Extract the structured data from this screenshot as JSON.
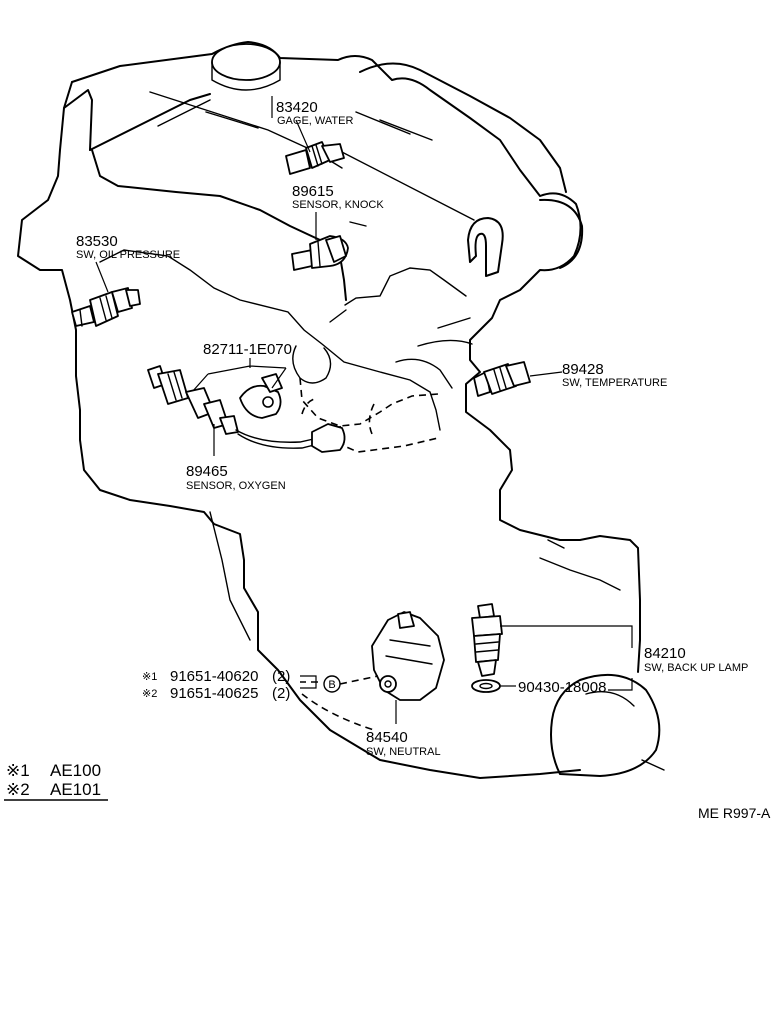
{
  "parts": [
    {
      "id": "p83420",
      "number": "83420",
      "name": "GAGE, WATER"
    },
    {
      "id": "p89615",
      "number": "89615",
      "name": "SENSOR, KNOCK"
    },
    {
      "id": "p83530",
      "number": "83530",
      "name": "SW, OIL PRESSURE"
    },
    {
      "id": "p82711",
      "number": "82711-1E070",
      "name": ""
    },
    {
      "id": "p89428",
      "number": "89428",
      "name": "SW, TEMPERATURE"
    },
    {
      "id": "p89465",
      "number": "89465",
      "name": "SENSOR, OXYGEN"
    },
    {
      "id": "p84210",
      "number": "84210",
      "name": "SW, BACK UP LAMP"
    },
    {
      "id": "p90430",
      "number": "90430-18008",
      "name": ""
    },
    {
      "id": "p84540",
      "number": "84540",
      "name": "SW, NEUTRAL"
    }
  ],
  "bolts": [
    {
      "mark": "※1",
      "number": "91651-40620",
      "qty": "(2)"
    },
    {
      "mark": "※2",
      "number": "91651-40625",
      "qty": "(2)"
    }
  ],
  "callout_letter": "B",
  "legend": [
    {
      "mark": "※1",
      "model": "AE100"
    },
    {
      "mark": "※2",
      "model": "AE101"
    }
  ],
  "diagram_ref": "ME R997-A"
}
